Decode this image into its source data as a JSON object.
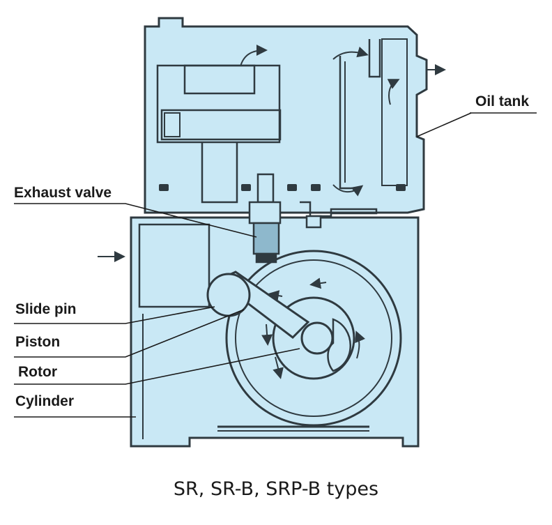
{
  "labels": {
    "oil_tank": "Oil tank",
    "exhaust_valve": "Exhaust valve",
    "slide_pin": "Slide pin",
    "piston": "Piston",
    "rotor": "Rotor",
    "cylinder": "Cylinder"
  },
  "caption": "SR, SR-B, SRP-B types",
  "colors": {
    "body_fill": "#c9e8f5",
    "outline": "#2f3a40",
    "background": "#ffffff"
  }
}
